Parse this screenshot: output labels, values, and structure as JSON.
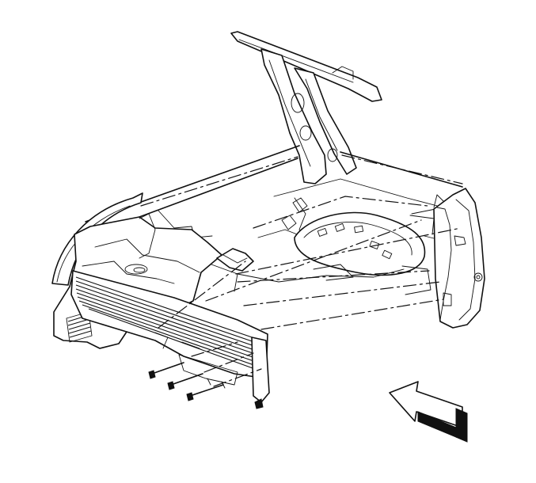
{
  "diagram": {
    "parts": [
      "rear-cargo-floor",
      "rear-closure-panel",
      "left-quarter-trim",
      "right-quarter-trim",
      "rear-sill-trim-panel",
      "retaining-bolt",
      "view-direction-arrow"
    ],
    "colors": {
      "line": "#111111",
      "background": "#ffffff"
    }
  }
}
